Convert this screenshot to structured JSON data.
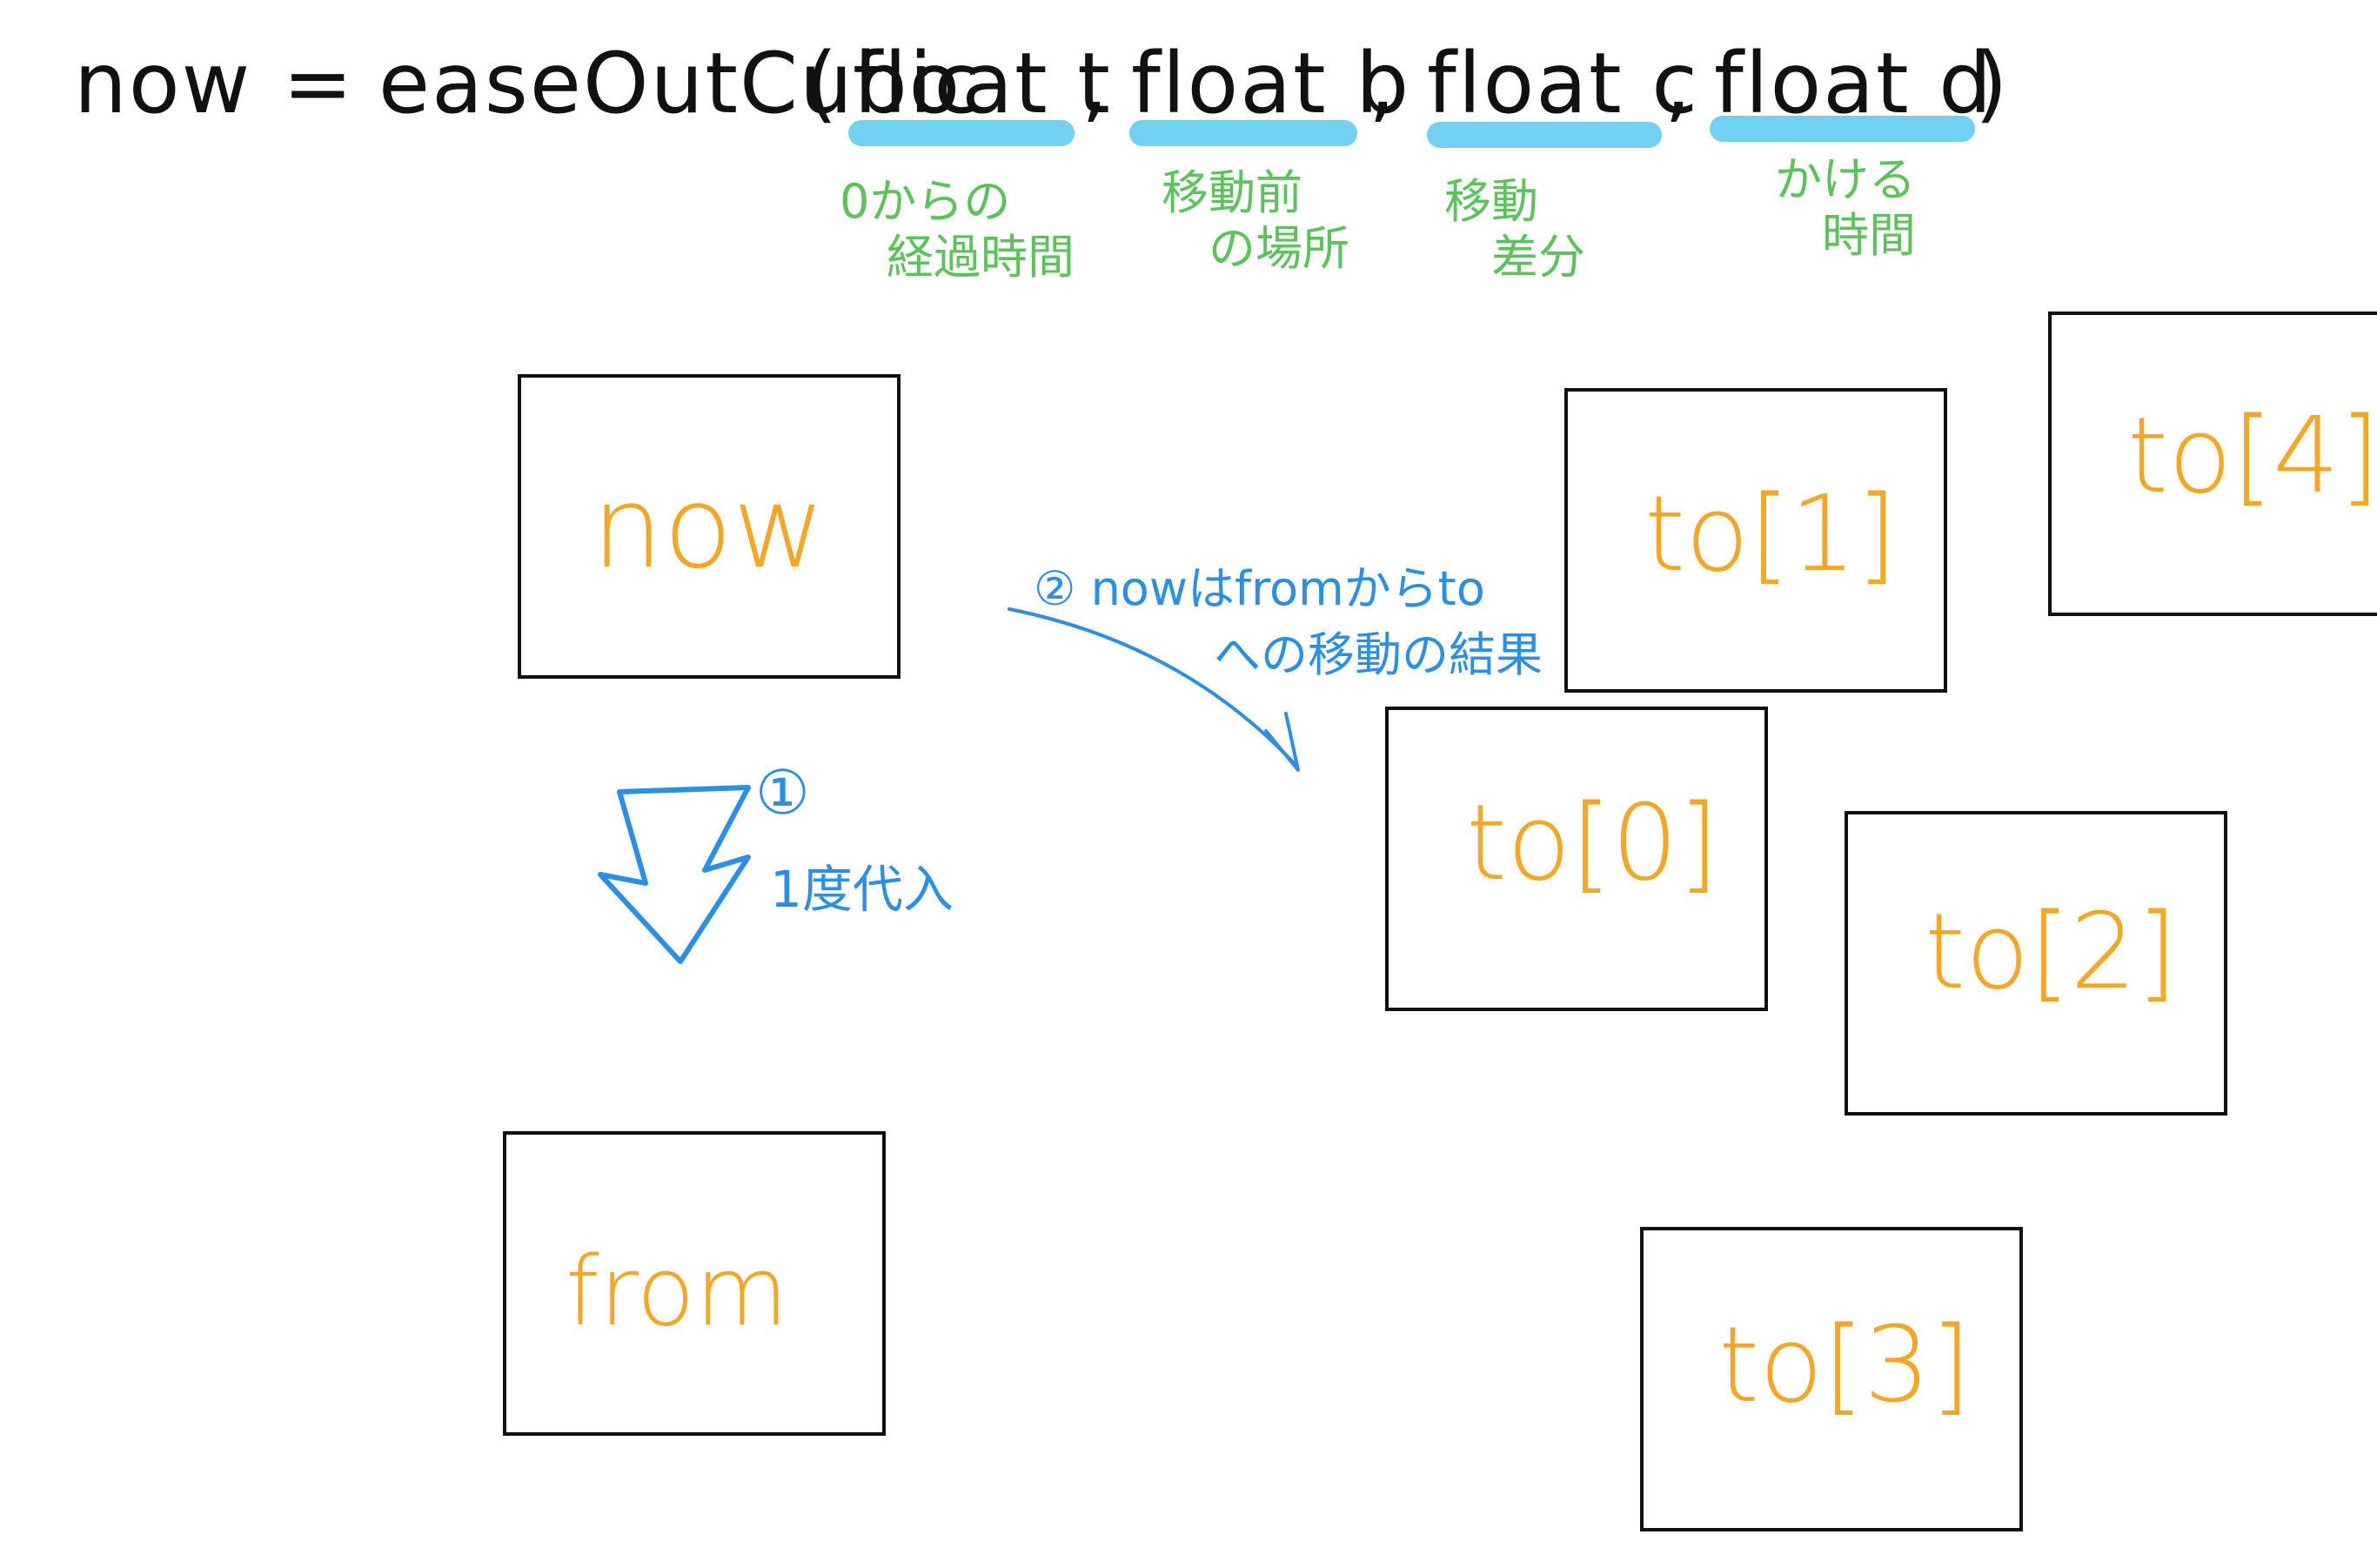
{
  "formula": {
    "lhs": "now",
    "eq": "=",
    "func": "easeOutCubic",
    "open_paren": "(",
    "close_paren": ")",
    "params": [
      {
        "text": "float t",
        "note": "0からの\n　経過時間"
      },
      {
        "text": "float b",
        "note": "移動前\n　の場所"
      },
      {
        "text": "float c",
        "note": "移動\n　差分"
      },
      {
        "text": "float d",
        "note": "かける\n　時間"
      }
    ],
    "comma": ","
  },
  "boxes": {
    "now": "now",
    "from": "from",
    "to0": "to[0]",
    "to1": "to[1]",
    "to2": "to[2]",
    "to3": "to[3]",
    "to4": "to[4]"
  },
  "notes": {
    "step1_num": "①",
    "step1_text": "1度代入",
    "step2_line1": "② nowはfromからto",
    "step2_line2": "への移動の結果"
  },
  "colors": {
    "highlight": "#62ccee",
    "green_note": "#5cc35a",
    "box_label": "#f5a623",
    "blue_note": "#2a8fe6",
    "ink": "#111111"
  }
}
